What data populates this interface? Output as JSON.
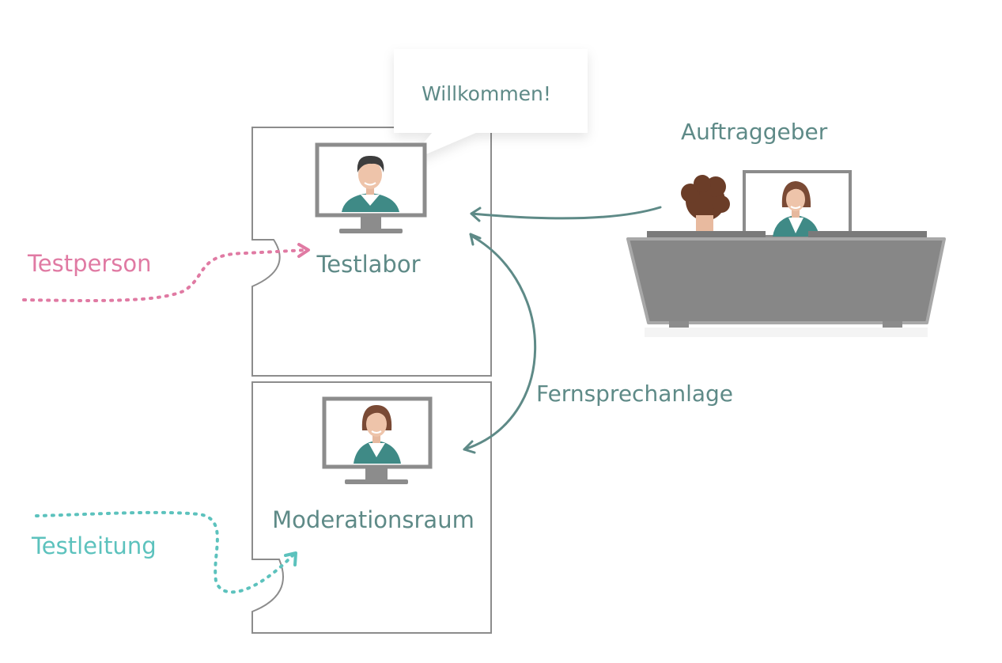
{
  "labels": {
    "testperson": "Testperson",
    "testleitung": "Testleitung",
    "testlabor": "Testlabor",
    "moderationsraum": "Moderationsraum",
    "fernsprechanlage": "Fernsprechanlage",
    "auftraggeber": "Auftraggeber"
  },
  "speech_bubble": {
    "text": "Willkommen!"
  },
  "colors": {
    "teal_dark": "#5e8a87",
    "pink": "#e07aa3",
    "teal_light": "#5cc2bd",
    "frame_gray": "#8c8c8c",
    "desk_gray": "#878787",
    "jacket_teal": "#3f8a86",
    "hair_dark": "#3d3d3d",
    "hair_brown": "#7a4a35",
    "hair_curly": "#6b3d28"
  },
  "icons": [
    "monitor-icon",
    "person-avatar-icon",
    "desk-icon"
  ]
}
